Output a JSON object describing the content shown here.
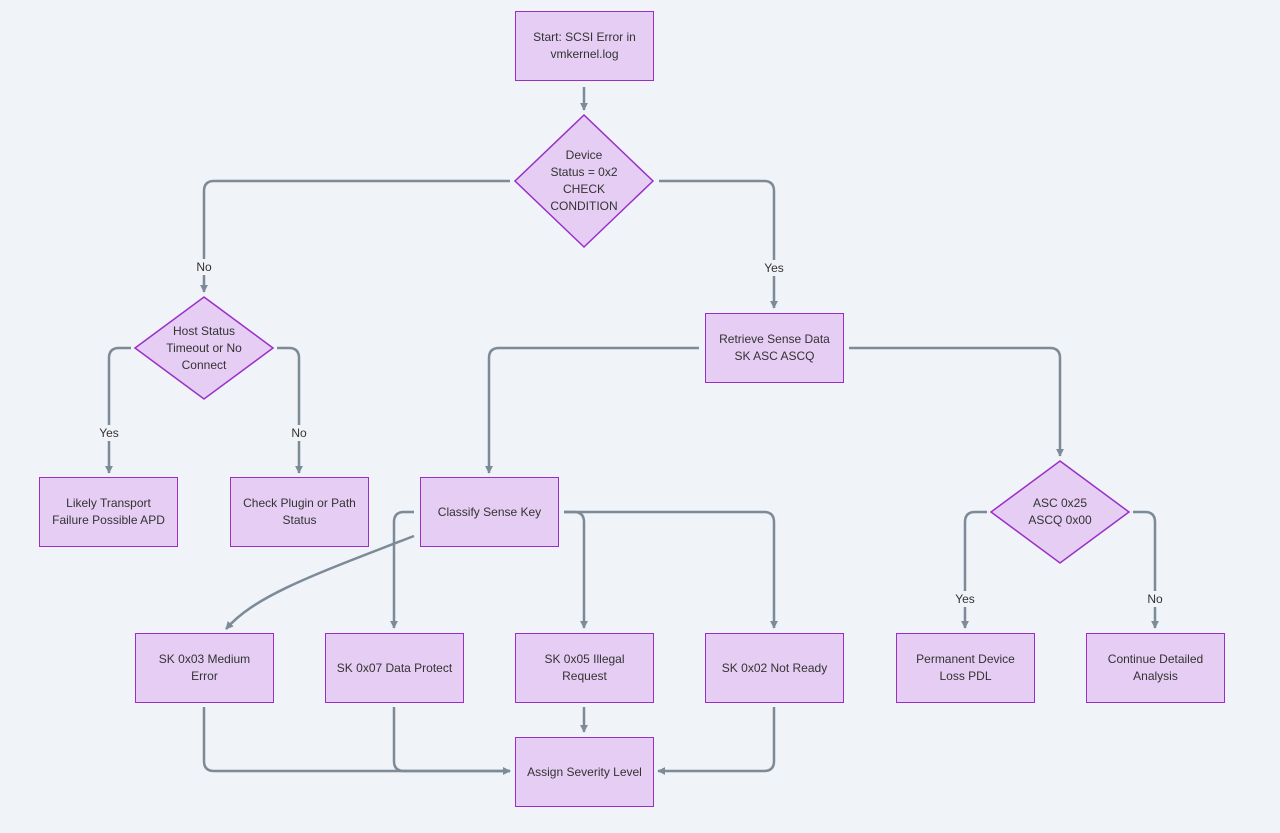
{
  "nodes": {
    "start": "Start: SCSI Error in vmkernel.log",
    "device_status": "Device Status = 0x2 CHECK CONDITION",
    "host_status": "Host Status Timeout or No Connect",
    "retrieve_sense": "Retrieve Sense Data SK ASC ASCQ",
    "transport_failure": "Likely Transport Failure Possible APD",
    "check_plugin": "Check Plugin or Path Status",
    "classify_sense": "Classify Sense Key",
    "asc_check": "ASC 0x25 ASCQ 0x00",
    "sk_medium": "SK 0x03 Medium Error",
    "sk_data_protect": "SK 0x07 Data Protect",
    "sk_illegal": "SK 0x05 Illegal Request",
    "sk_not_ready": "SK 0x02 Not Ready",
    "pdl": "Permanent Device Loss PDL",
    "continue_analysis": "Continue Detailed Analysis",
    "severity": "Assign Severity Level"
  },
  "edge_labels": {
    "device_no": "No",
    "device_yes": "Yes",
    "host_yes": "Yes",
    "host_no": "No",
    "asc_yes": "Yes",
    "asc_no": "No"
  },
  "colors": {
    "node_fill": "#e5cdf3",
    "node_border": "#9a2fc8",
    "edge": "#7d8a97",
    "background": "#f0f3f7"
  }
}
